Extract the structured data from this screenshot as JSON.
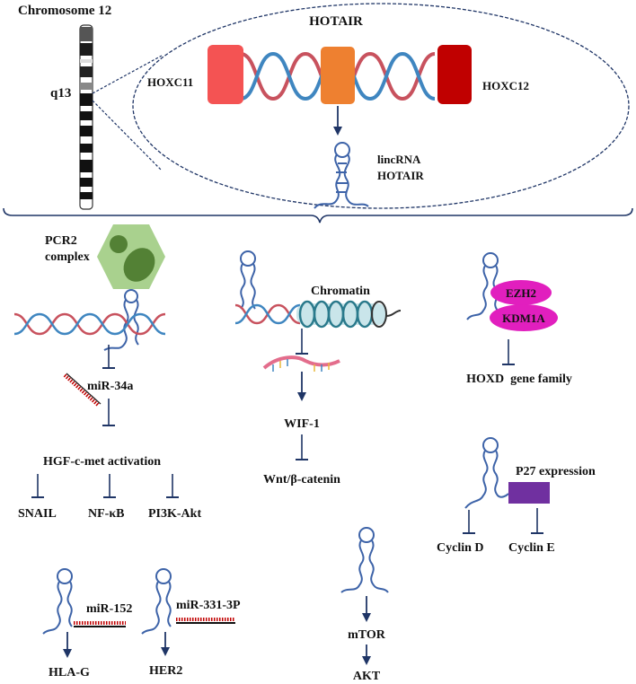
{
  "header": {
    "chromosome_label": "Chromosome 12",
    "band_label": "q13",
    "gene_title": "HOTAIR",
    "left_gene": "HOXC11",
    "right_gene": "HOXC12",
    "product_line1": "lincRNA",
    "product_line2": "HOTAIR"
  },
  "prc2_panel": {
    "complex_line1": "PCR2",
    "complex_line2": "complex",
    "mirna": "miR-34a",
    "activation": "HGF-c-met activation",
    "targets": [
      "SNAIL",
      "NF-κB",
      "PI3K-Akt"
    ]
  },
  "chromatin_panel": {
    "chromatin_label": "Chromatin",
    "gene": "WIF-1",
    "pathway": "Wnt/β-catenin"
  },
  "hoxd_panel": {
    "protein1": "EZH2",
    "protein2": "KDM1A",
    "target": "HOXD  gene family"
  },
  "p27_panel": {
    "label": "P27 expression",
    "targets": [
      "Cyclin D",
      "Cyclin E"
    ]
  },
  "mir152_panel": {
    "mirna": "miR-152",
    "target": "HLA-G"
  },
  "mir331_panel": {
    "mirna": "miR-331-3P",
    "target": "HER2"
  },
  "mtor_panel": {
    "target1": "mTOR",
    "target2": "AKT"
  },
  "colors": {
    "arrow": "#1f3566",
    "rna_blue": "#3d63a8",
    "dna_red": "#c8525e",
    "dna_blue": "#3f86c0",
    "hoxc11": "#f45353",
    "hotair_box": "#ee8030",
    "hoxc12": "#c00000",
    "prc2_hex": "#a9d18e",
    "prc2_dots": "#538135",
    "protein_magenta": "#e11fbe",
    "p27_purple": "#7030a0",
    "chromatin": "#2a7a8c"
  }
}
